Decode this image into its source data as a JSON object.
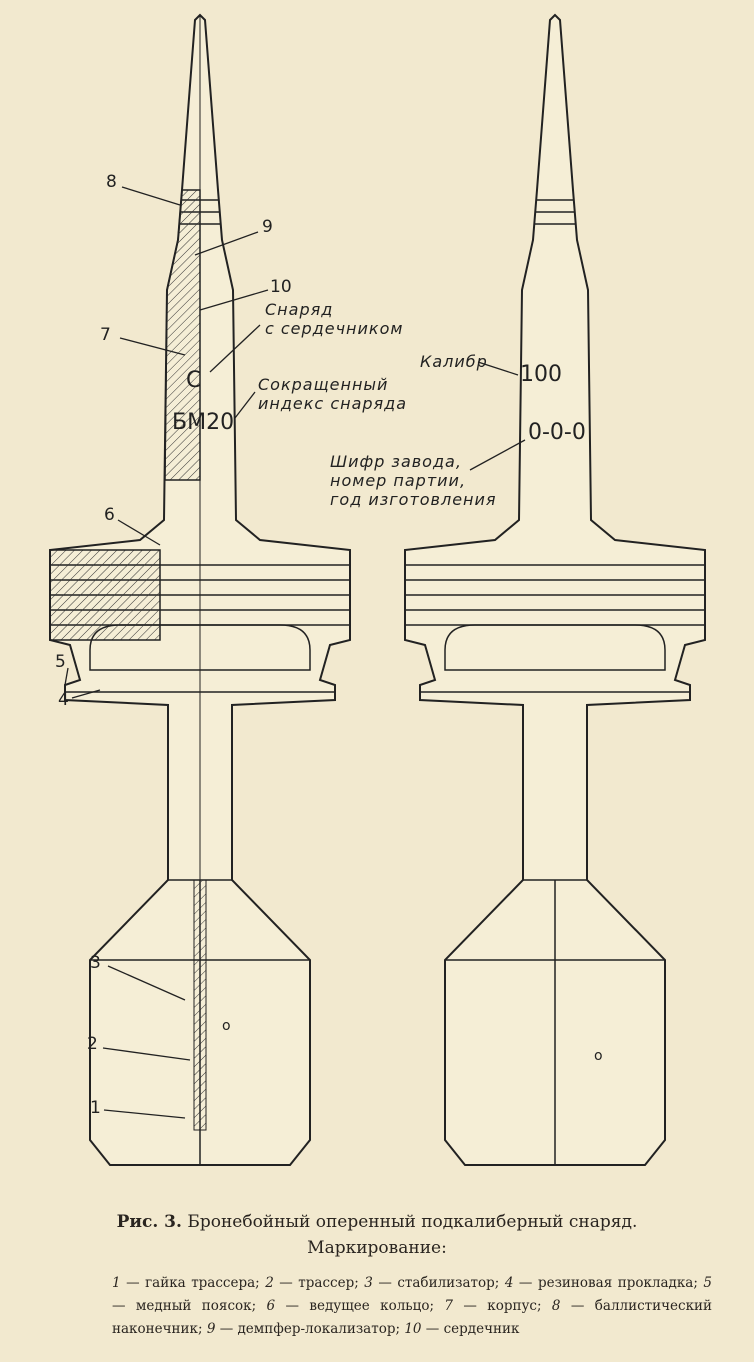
{
  "figure": {
    "callouts": {
      "n1": "1",
      "n2": "2",
      "n3": "3",
      "n4": "4",
      "n5": "5",
      "n6": "6",
      "n7": "7",
      "n8": "8",
      "n9": "9",
      "n10": "10"
    },
    "left_markings": {
      "core_letter": "С",
      "core_note_1": "Снаряд",
      "core_note_2": "с сердечником",
      "index": "БМ20",
      "index_note_1": "Сокращенный",
      "index_note_2": "индекс снаряда",
      "fin_mark": "о"
    },
    "right_markings": {
      "caliber_label": "Калибр",
      "caliber_value": "100",
      "code": "0-0-0",
      "code_note_1": "Шифр завода,",
      "code_note_2": "номер партии,",
      "code_note_3": "год изготовления",
      "fin_mark": "о"
    }
  },
  "caption": {
    "prefix": "Рис. 3.",
    "title": "Бронебойный оперенный подкалиберный снаряд.",
    "subtitle": "Маркирование:",
    "legend": [
      {
        "n": "1",
        "t": "гайка трассера;"
      },
      {
        "n": "2",
        "t": "трассер;"
      },
      {
        "n": "3",
        "t": "стабилизатор;"
      },
      {
        "n": "4",
        "t": "резиновая прокладка;"
      },
      {
        "n": "5",
        "t": "медный поясок;"
      },
      {
        "n": "6",
        "t": "ведущее кольцо;"
      },
      {
        "n": "7",
        "t": "корпус;"
      },
      {
        "n": "8",
        "t": "баллистический наконечник;"
      },
      {
        "n": "9",
        "t": "демпфер-локализатор;"
      },
      {
        "n": "10",
        "t": "сердечник"
      }
    ]
  }
}
